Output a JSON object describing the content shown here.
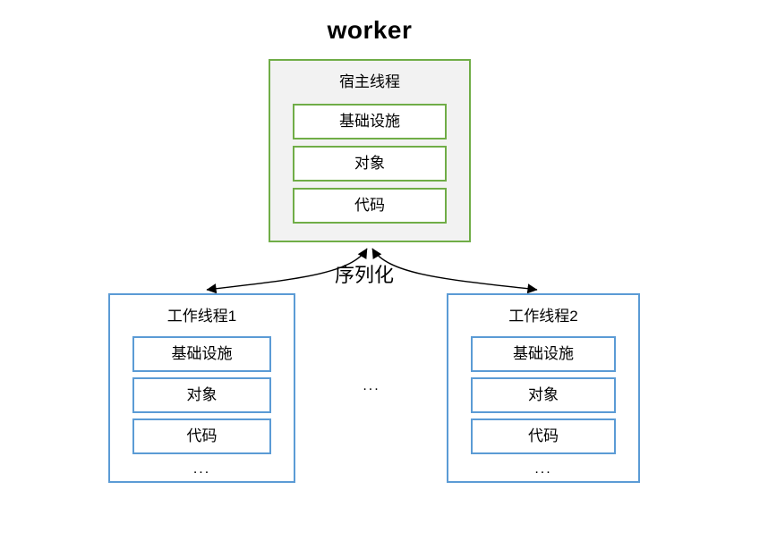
{
  "title": "worker",
  "colors": {
    "green_border": "#70AD47",
    "green_fill": "#F2F2F2",
    "blue_border": "#5B9BD5",
    "box_fill": "#FFFFFF",
    "arrow": "#000000",
    "text": "#000000"
  },
  "host_thread": {
    "label": "宿主线程",
    "items": [
      "基础设施",
      "对象",
      "代码"
    ]
  },
  "serialization_label": "序列化",
  "workers_ellipsis": "...",
  "worker_threads": [
    {
      "label": "工作线程1",
      "items": [
        "基础设施",
        "对象",
        "代码"
      ],
      "more": "..."
    },
    {
      "label": "工作线程2",
      "items": [
        "基础设施",
        "对象",
        "代码"
      ],
      "more": "..."
    }
  ]
}
